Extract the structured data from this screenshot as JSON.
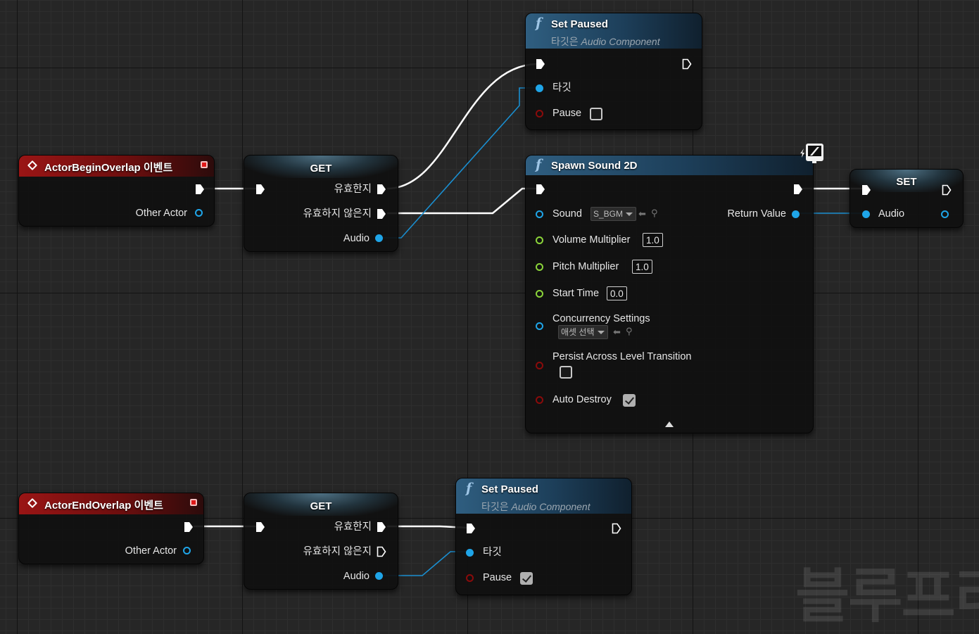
{
  "watermark": "블루프리",
  "colors": {
    "event_header": "#9a1515",
    "function_header": "#2f5e80",
    "object_pin": "#1fa5e8",
    "bool_pin": "#8a0b0b",
    "float_pin": "#8bd43a",
    "exec_wire": "#ffffff"
  },
  "begin_event": {
    "title": "ActorBeginOverlap 이벤트",
    "other_actor": "Other Actor"
  },
  "end_event": {
    "title": "ActorEndOverlap 이벤트",
    "other_actor": "Other Actor"
  },
  "get_top": {
    "title": "GET",
    "valid": "유효한지",
    "not_valid": "유효하지 않은지",
    "audio": "Audio"
  },
  "get_bottom": {
    "title": "GET",
    "valid": "유효한지",
    "not_valid": "유효하지 않은지",
    "audio": "Audio"
  },
  "set_paused_top": {
    "title": "Set Paused",
    "subtitle_prefix": "타깃은",
    "subtitle_class": "Audio Component",
    "target": "타깃",
    "pause": "Pause",
    "pause_checked": false
  },
  "set_paused_bottom": {
    "title": "Set Paused",
    "subtitle_prefix": "타깃은",
    "subtitle_class": "Audio Component",
    "target": "타깃",
    "pause": "Pause",
    "pause_checked": true
  },
  "spawn_sound": {
    "title": "Spawn Sound 2D",
    "sound": "Sound",
    "sound_asset": "S_BGM",
    "return_value": "Return Value",
    "volume": "Volume Multiplier",
    "volume_val": "1.0",
    "pitch": "Pitch Multiplier",
    "pitch_val": "1.0",
    "start_time": "Start Time",
    "start_time_val": "0.0",
    "concurrency": "Concurrency Settings",
    "concurrency_asset": "애셋 선택",
    "persist": "Persist Across Level Transition",
    "persist_checked": false,
    "auto_destroy": "Auto Destroy",
    "auto_destroy_checked": true
  },
  "set_node": {
    "title": "SET",
    "audio": "Audio"
  }
}
